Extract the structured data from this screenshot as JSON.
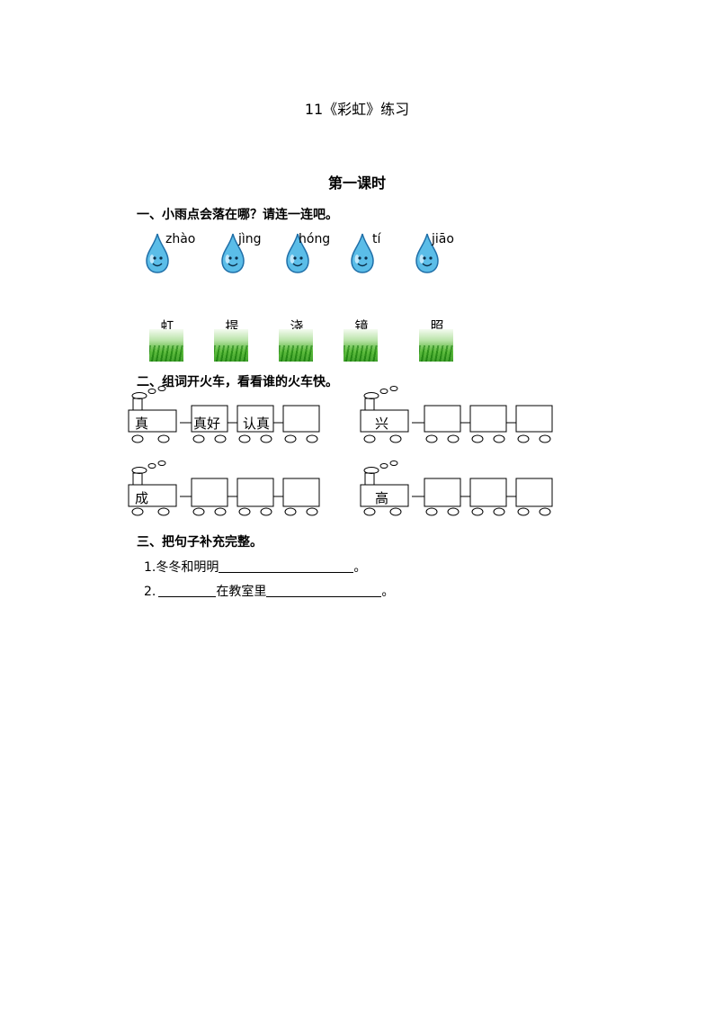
{
  "title": "11《彩虹》练习",
  "subtitle": "第一课时",
  "q1": {
    "heading": "一、小雨点会落在哪？请连一连吧。",
    "drops": [
      {
        "pinyin": "zhào"
      },
      {
        "pinyin": "jìng"
      },
      {
        "pinyin": "hóng"
      },
      {
        "pinyin": "tí"
      },
      {
        "pinyin": "jiāo"
      }
    ],
    "grass": [
      "虹",
      "提",
      "浇",
      "镜",
      "照"
    ]
  },
  "q2": {
    "heading": "二、组词开火车，看看谁的火车快。",
    "trains": [
      {
        "head": "真",
        "cars": [
          "真好",
          "认真",
          ""
        ]
      },
      {
        "head": "兴",
        "cars": [
          "",
          "",
          ""
        ]
      },
      {
        "head": "成",
        "cars": [
          "",
          "",
          ""
        ]
      },
      {
        "head": "高",
        "cars": [
          "",
          "",
          ""
        ]
      }
    ]
  },
  "q3": {
    "heading": "三、把句子补充完整。",
    "sentences": [
      {
        "num": "1.",
        "before": "冬冬和明明",
        "after": "。"
      },
      {
        "num": "2.",
        "before": "",
        "middle": "在教室里",
        "after": "。"
      }
    ]
  },
  "colors": {
    "drop_fill": "#5bbde8",
    "drop_stroke": "#1f6fa8",
    "grass": "#4fb12f"
  }
}
